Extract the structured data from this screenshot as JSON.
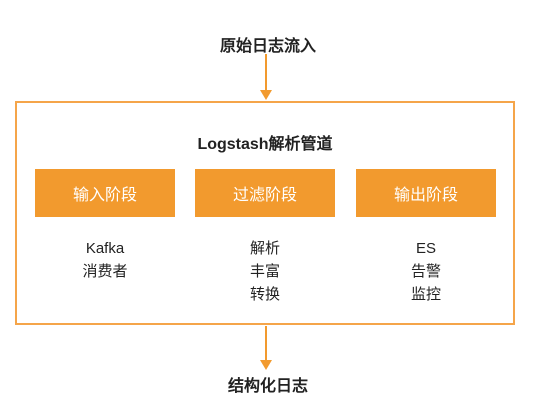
{
  "input_label": "原始日志流入",
  "output_label": "结构化日志",
  "pipeline": {
    "title": "Logstash解析管道",
    "stages": [
      {
        "label": "输入阶段",
        "items": [
          "Kafka",
          "消费者"
        ]
      },
      {
        "label": "过滤阶段",
        "items": [
          "解析",
          "丰富",
          "转换"
        ]
      },
      {
        "label": "输出阶段",
        "items": [
          "ES",
          "告警",
          "监控"
        ]
      }
    ]
  },
  "colors": {
    "accent": "#F29A2E",
    "border": "#F5A54A",
    "text": "#222222"
  }
}
